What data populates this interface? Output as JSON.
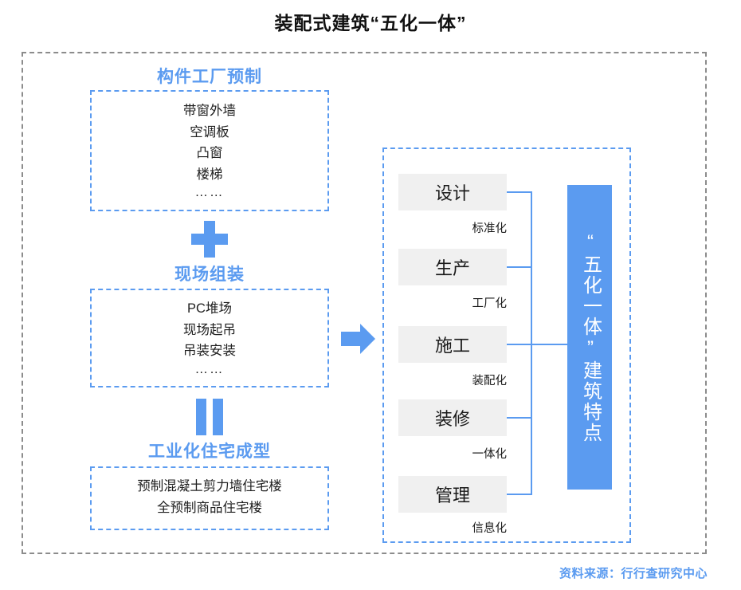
{
  "page": {
    "title": "装配式建筑“五化一体”",
    "source": "资料来源：行行查研究中心",
    "accent_color": "#5B9BF0",
    "chip_bg_color": "#f0f0f0",
    "outer_border_color": "#8c8c8c"
  },
  "left_column": {
    "groups": [
      {
        "heading": "构件工厂预制",
        "items": [
          "带窗外墙",
          "空调板",
          "凸窗",
          "楼梯",
          "……"
        ]
      },
      {
        "heading": "现场组装",
        "items": [
          "PC堆场",
          "现场起吊",
          "吊装安装",
          "……"
        ]
      },
      {
        "heading": "工业化住宅成型",
        "items": [
          "预制混凝土剪力墙住宅楼",
          "全预制商品住宅楼"
        ]
      }
    ],
    "operators": [
      {
        "name": "plus",
        "glyph": "+"
      },
      {
        "name": "equals",
        "glyph": "="
      }
    ]
  },
  "connector": {
    "arrow": "right-arrow"
  },
  "right_panel": {
    "stages": [
      {
        "name": "设计",
        "attribute": "标准化"
      },
      {
        "name": "生产",
        "attribute": "工厂化"
      },
      {
        "name": "施工",
        "attribute": "装配化"
      },
      {
        "name": "装修",
        "attribute": "一体化"
      },
      {
        "name": "管理",
        "attribute": "信息化"
      }
    ],
    "summary_bar": "“五化一体”建筑特点"
  }
}
